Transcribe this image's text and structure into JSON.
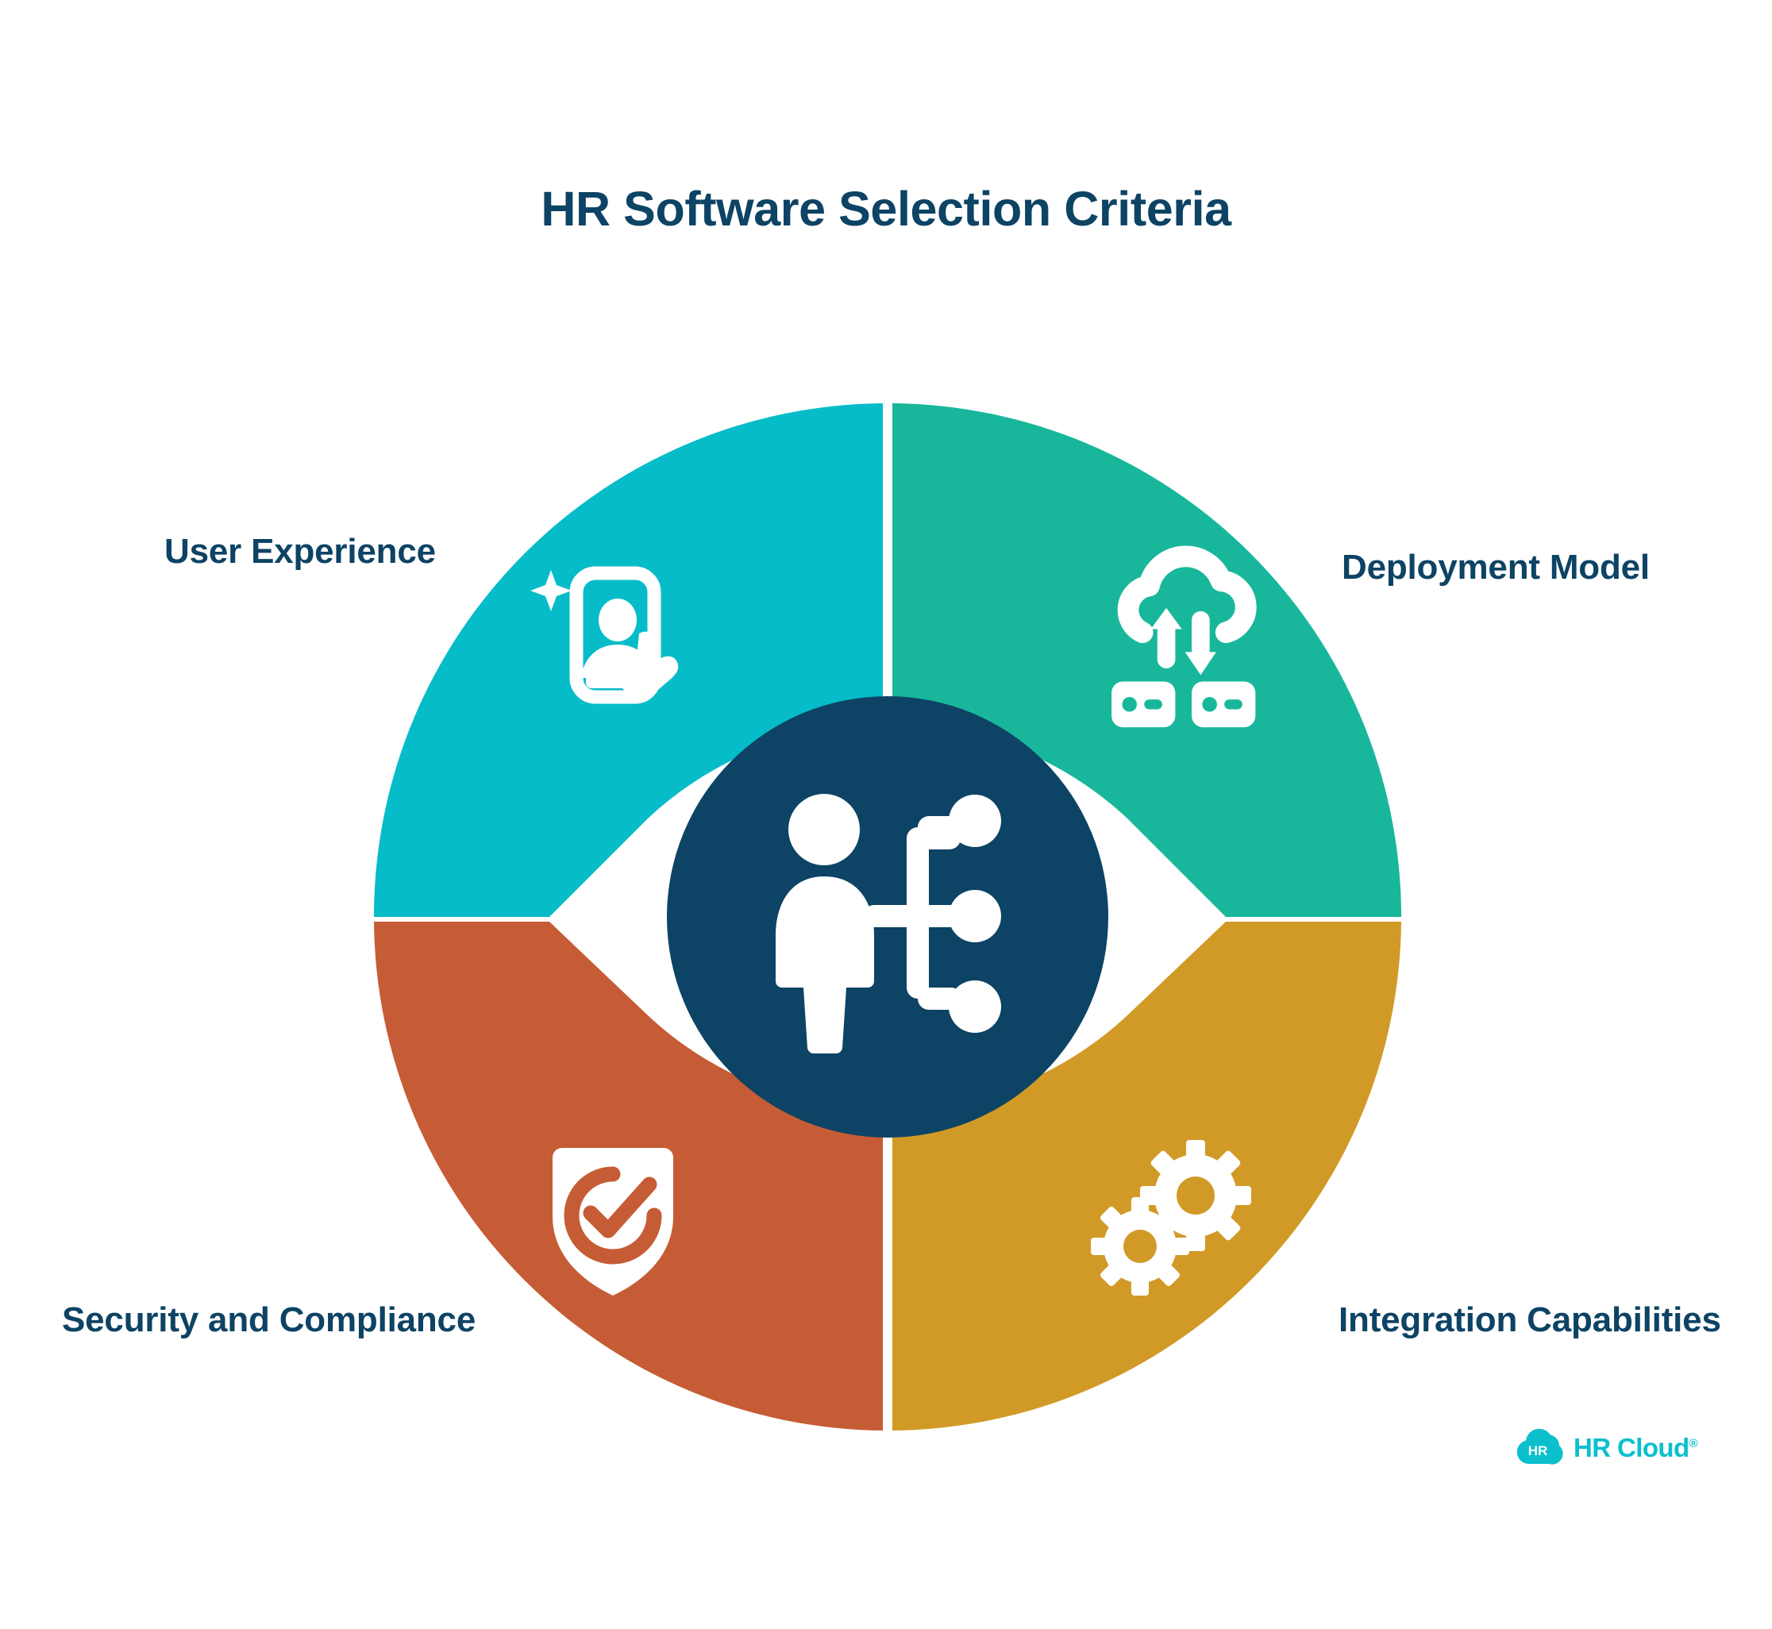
{
  "page": {
    "background": "#ffffff",
    "title": "HR Software Selection Criteria",
    "title_color": "#0d4364"
  },
  "brand": {
    "mark_label": "HR",
    "name": "HR Cloud",
    "registered": "®",
    "color": "#0bc0cc"
  },
  "wheel": {
    "center_icon_name": "person-network-icon",
    "hub_color": "#0d4364",
    "segments": [
      {
        "id": "user-experience",
        "label": "User Experience",
        "color": "#06bcc8",
        "icon": "mobile-user-touch-icon",
        "position": "top-left"
      },
      {
        "id": "deployment-model",
        "label": "Deployment Model",
        "color": "#18b79b",
        "icon": "cloud-servers-sync-icon",
        "position": "top-right"
      },
      {
        "id": "integration-capabilities",
        "label": "Integration Capabilities",
        "color": "#d19a27",
        "icon": "gears-icon",
        "position": "bottom-right"
      },
      {
        "id": "security-and-compliance",
        "label": "Security and Compliance",
        "color": "#c65c35",
        "icon": "shield-check-icon",
        "position": "bottom-left"
      }
    ]
  },
  "chart_data": {
    "type": "pie",
    "title": "HR Software Selection Criteria",
    "categories": [
      "User Experience",
      "Deployment Model",
      "Integration Capabilities",
      "Security and Compliance"
    ],
    "values": [
      25,
      25,
      25,
      25
    ],
    "colors": [
      "#06bcc8",
      "#18b79b",
      "#d19a27",
      "#c65c35"
    ],
    "legend": "none",
    "xlabel": "",
    "ylabel": "",
    "notes": "Four equal quadrants of a donut wheel with a dark navy hub; each quadrant has an inward-pointing chevron notch and a white icon."
  }
}
